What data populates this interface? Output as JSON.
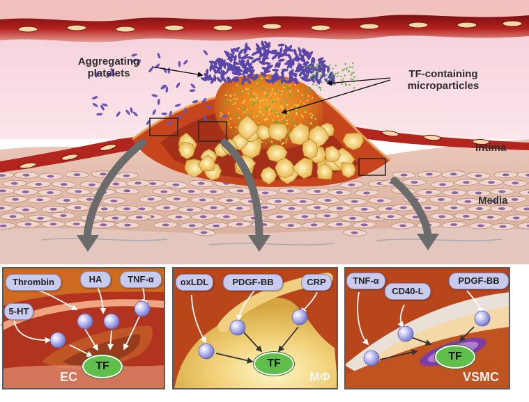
{
  "labels": {
    "aggregating_platelets": "Aggregating\nplatelets",
    "tf_microparticles": "TF-containing\nmicroparticles",
    "intima": "Intima",
    "media": "Media"
  },
  "panels": [
    {
      "cell": "EC",
      "stimuli": [
        "Thrombin",
        "HA",
        "TNF-α",
        "5-HT"
      ],
      "target": "TF"
    },
    {
      "cell": "MΦ",
      "stimuli": [
        "oxLDL",
        "PDGF-BB",
        "CRP"
      ],
      "target": "TF"
    },
    {
      "cell": "VSMC",
      "stimuli": [
        "TNF-α",
        "CD40-L",
        "PDGF-BB"
      ],
      "target": "TF"
    }
  ]
}
